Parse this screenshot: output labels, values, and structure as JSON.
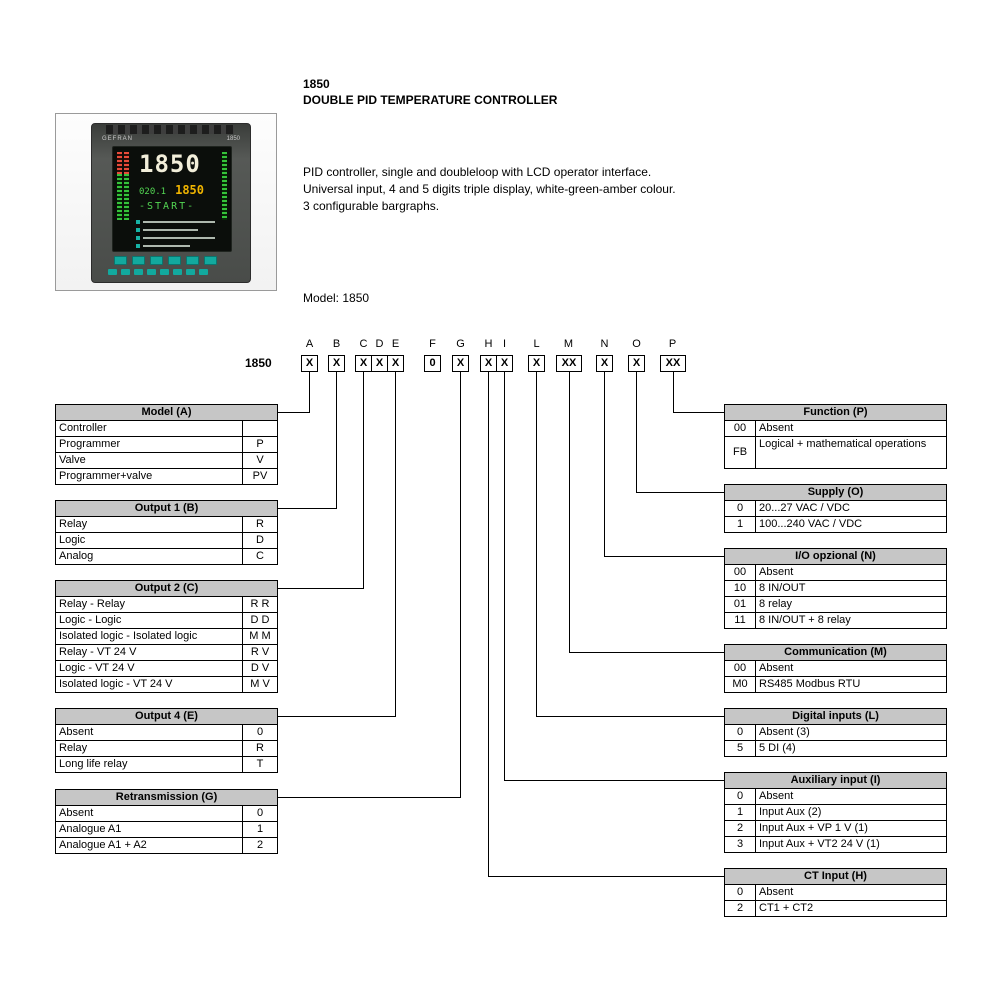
{
  "header": {
    "product_code": "1850",
    "product_name": "DOUBLE PID TEMPERATURE CONTROLLER",
    "description_lines": [
      "PID controller, single and doubleloop with LCD operator interface.",
      "Universal input, 4 and 5 digits triple display, white-green-amber colour.",
      "3 configurable bargraphs."
    ],
    "model_label": "Model: 1850"
  },
  "device": {
    "brand": "GEFRAN",
    "model_badge": "1850",
    "display_main": "1850",
    "display_left_small": "020.1",
    "display_right_small": "1850",
    "display_status": "-START-"
  },
  "ordering_code": {
    "prefix": "1850",
    "positions": [
      {
        "letter": "A",
        "code": "X"
      },
      {
        "letter": "B",
        "code": "X"
      },
      {
        "letter": "C",
        "code": "X"
      },
      {
        "letter": "D",
        "code": "X"
      },
      {
        "letter": "E",
        "code": "X"
      },
      {
        "letter": "F",
        "code": "0"
      },
      {
        "letter": "G",
        "code": "X"
      },
      {
        "letter": "H",
        "code": "X"
      },
      {
        "letter": "I",
        "code": "X"
      },
      {
        "letter": "L",
        "code": "X"
      },
      {
        "letter": "M",
        "code": "XX"
      },
      {
        "letter": "N",
        "code": "X"
      },
      {
        "letter": "O",
        "code": "X"
      },
      {
        "letter": "P",
        "code": "XX"
      }
    ]
  },
  "left_tables": {
    "model_a": {
      "title": "Model (A)",
      "rows": [
        {
          "label": "Controller",
          "code": ""
        },
        {
          "label": "Programmer",
          "code": "P"
        },
        {
          "label": "Valve",
          "code": "V"
        },
        {
          "label": "Programmer+valve",
          "code": "PV"
        }
      ]
    },
    "output1_b": {
      "title": "Output 1 (B)",
      "rows": [
        {
          "label": "Relay",
          "code": "R"
        },
        {
          "label": "Logic",
          "code": "D"
        },
        {
          "label": "Analog",
          "code": "C"
        }
      ]
    },
    "output2_c": {
      "title": "Output  2 (C)",
      "rows": [
        {
          "label": "Relay - Relay",
          "code": "R R"
        },
        {
          "label": "Logic - Logic",
          "code": "D D"
        },
        {
          "label": "Isolated logic - Isolated logic",
          "code": "M M"
        },
        {
          "label": "Relay - VT 24 V",
          "code": "R V"
        },
        {
          "label": "Logic - VT 24 V",
          "code": "D V"
        },
        {
          "label": "Isolated logic - VT 24 V",
          "code": "M V"
        }
      ]
    },
    "output4_e": {
      "title": "Output  4 (E)",
      "rows": [
        {
          "label": "Absent",
          "code": "0"
        },
        {
          "label": "Relay",
          "code": "R"
        },
        {
          "label": "Long life relay",
          "code": "T"
        }
      ]
    },
    "retransmission_g": {
      "title": "Retransmission (G)",
      "rows": [
        {
          "label": "Absent",
          "code": "0"
        },
        {
          "label": "Analogue A1",
          "code": "1"
        },
        {
          "label": "Analogue A1 + A2",
          "code": "2"
        }
      ]
    }
  },
  "right_tables": {
    "function_p": {
      "title": "Function (P)",
      "rows": [
        {
          "code": "00",
          "label": "Absent"
        },
        {
          "code": "FB",
          "label": "Logical + mathematical operations"
        }
      ]
    },
    "supply_o": {
      "title": "Supply (O)",
      "rows": [
        {
          "code": "0",
          "label": "20...27 VAC / VDC"
        },
        {
          "code": "1",
          "label": "100...240 VAC / VDC"
        }
      ]
    },
    "io_optional_n": {
      "title": "I/O opzional (N)",
      "rows": [
        {
          "code": "00",
          "label": "Absent"
        },
        {
          "code": "10",
          "label": "8 IN/OUT"
        },
        {
          "code": "01",
          "label": "8 relay"
        },
        {
          "code": "11",
          "label": "8 IN/OUT + 8 relay"
        }
      ]
    },
    "communication_m": {
      "title": "Communication (M)",
      "rows": [
        {
          "code": "00",
          "label": "Absent"
        },
        {
          "code": "M0",
          "label": "RS485 Modbus RTU"
        }
      ]
    },
    "digital_inputs_l": {
      "title": "Digital inputs (L)",
      "rows": [
        {
          "code": "0",
          "label": "Absent (3)"
        },
        {
          "code": "5",
          "label": "5 DI (4)"
        }
      ]
    },
    "auxiliary_input_i": {
      "title": "Auxiliary input (I)",
      "rows": [
        {
          "code": "0",
          "label": "Absent"
        },
        {
          "code": "1",
          "label": "Input Aux (2)"
        },
        {
          "code": "2",
          "label": "Input Aux + VP 1 V (1)"
        },
        {
          "code": "3",
          "label": "Input Aux + VT2 24 V (1)"
        }
      ]
    },
    "ct_input_h": {
      "title": "CT Input (H)",
      "rows": [
        {
          "code": "0",
          "label": "Absent"
        },
        {
          "code": "2",
          "label": "CT1 + CT2"
        }
      ]
    }
  }
}
